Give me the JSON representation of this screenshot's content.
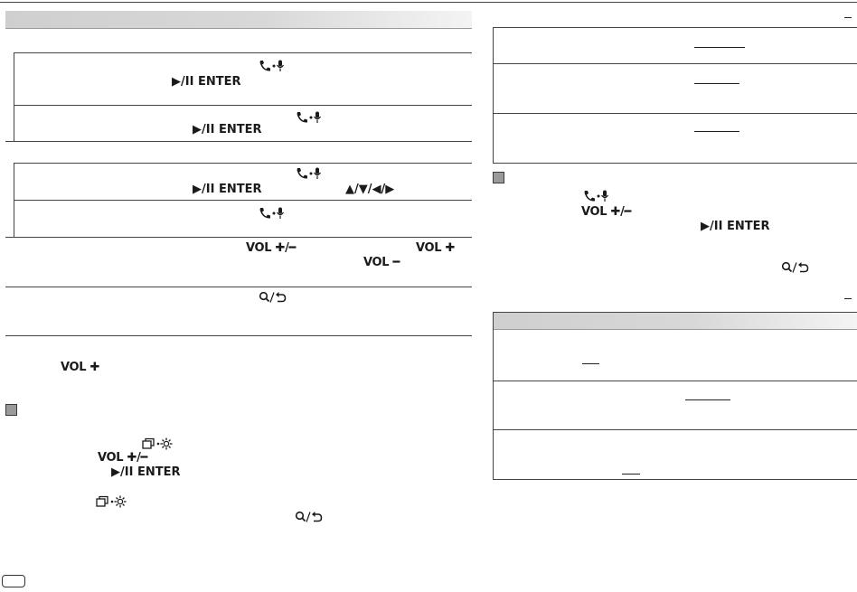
{
  "controls": {
    "enter": "▶/II ENTER",
    "vol_pm": "VOL ✚/━",
    "vol_plus": "VOL ✚",
    "vol_minus": "VOL ━",
    "arrows": "▲/▼/◀/▶"
  },
  "icons": [
    "phone-mic-icon",
    "search-back-icon",
    "display-settings-icon"
  ],
  "colors": {
    "rule": "#444444",
    "header_bar_light": "#f4f4f4",
    "header_bar_dark": "#cfcfcf",
    "bullet": "#9a9a9a"
  }
}
